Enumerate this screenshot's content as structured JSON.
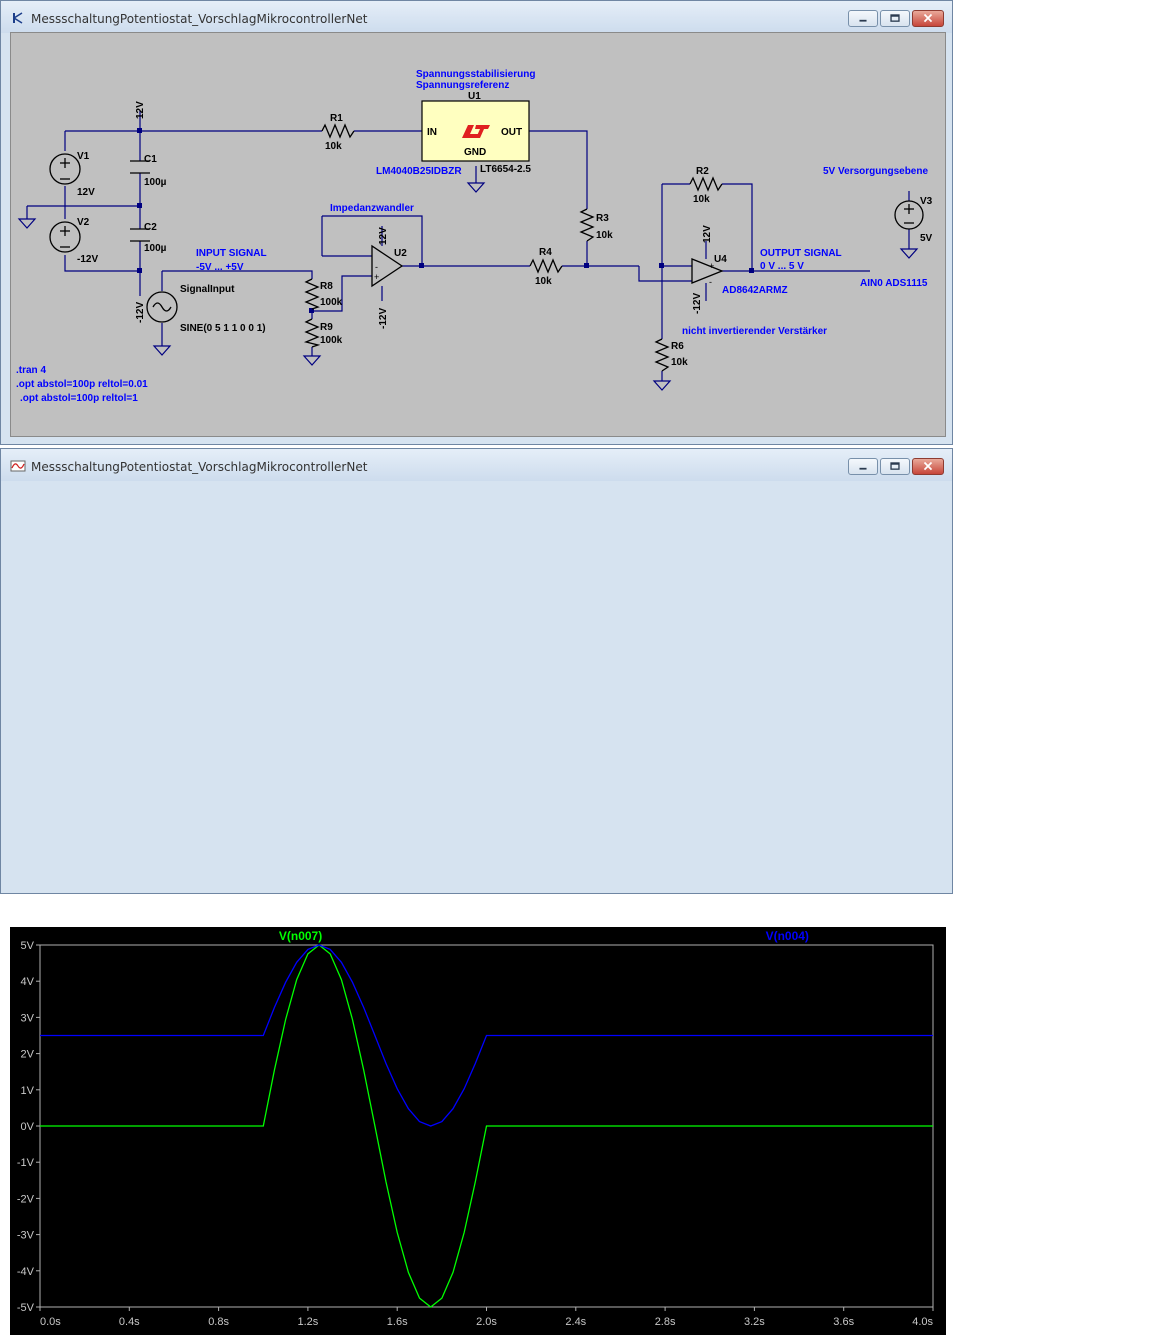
{
  "colors": {
    "wire": "#000080",
    "label": "#0000ff",
    "trace_n007": "#00ff00",
    "trace_n004": "#0000ff",
    "logo": "#e02020",
    "ic_fill": "#ffffc0"
  },
  "schematic_window": {
    "title": "MessschaltungPotentiostat_VorschlagMikrocontrollerNet"
  },
  "plot_window": {
    "title": "MessschaltungPotentiostat_VorschlagMikrocontrollerNet"
  },
  "schematic": {
    "annotations": {
      "stabilisierung": "Spannungsstabilisierung",
      "referenz": "Spannungsreferenz",
      "impedanz": "Impedanzwandler",
      "input_title": "INPUT SIGNAL",
      "input_range": "-5V ... +5V",
      "output_title": "OUTPUT SIGNAL",
      "output_range": "0 V ... 5 V",
      "versorgung": "5V Versorgungsebene",
      "ain": "AIN0 ADS1115",
      "nicht_inv": "nicht invertierender Verstärker"
    },
    "nets": {
      "p12_top": "12V",
      "n12_bottom": "-12V",
      "u2_p12": "12V",
      "u2_n12": "-12V",
      "u4_p12": "12V",
      "u4_n12": "-12V"
    },
    "parts": {
      "r1": {
        "name": "R1",
        "value": "10k"
      },
      "r2": {
        "name": "R2",
        "value": "10k"
      },
      "r3": {
        "name": "R3",
        "value": "10k"
      },
      "r4": {
        "name": "R4",
        "value": "10k"
      },
      "r6": {
        "name": "R6",
        "value": "10k"
      },
      "r8": {
        "name": "R8",
        "value": "100k"
      },
      "r9": {
        "name": "R9",
        "value": "100k"
      },
      "c1": {
        "name": "C1",
        "value": "100µ"
      },
      "c2": {
        "name": "C2",
        "value": "100µ"
      },
      "v1": {
        "name": "V1",
        "value": "12V"
      },
      "v2": {
        "name": "V2",
        "value": "-12V"
      },
      "v3": {
        "name": "V3",
        "value": "5V"
      },
      "sig": {
        "name": "SignalInput",
        "value": "SINE(0 5 1 1 0 0 1)"
      },
      "u1": {
        "name": "U1",
        "pin_in": "IN",
        "pin_out": "OUT",
        "pin_gnd": "GND",
        "left": "LM4040B25IDBZR",
        "right": "LT6654-2.5"
      },
      "u2": {
        "name": "U2"
      },
      "u4": {
        "name": "U4",
        "part": "AD8642ARMZ"
      }
    },
    "directives": [
      ".tran 4",
      ".opt abstol=100p reltol=0.01",
      ".opt abstol=100p reltol=1"
    ]
  },
  "chart_data": {
    "type": "line",
    "x": [
      0,
      1.0,
      1.05,
      1.1,
      1.15,
      1.2,
      1.25,
      1.3,
      1.35,
      1.4,
      1.45,
      1.5,
      1.55,
      1.6,
      1.65,
      1.7,
      1.75,
      1.8,
      1.85,
      1.9,
      1.95,
      2.0,
      4.0
    ],
    "series": [
      {
        "name": "V(n007)",
        "values": [
          0,
          0,
          1.545,
          2.939,
          4.045,
          4.755,
          5,
          4.755,
          4.045,
          2.939,
          1.545,
          0,
          -1.545,
          -2.939,
          -4.045,
          -4.755,
          -5,
          -4.755,
          -4.045,
          -2.939,
          -1.545,
          0,
          0
        ]
      },
      {
        "name": "V(n004)",
        "values": [
          2.5,
          2.5,
          3.273,
          3.97,
          4.523,
          4.878,
          5,
          4.878,
          4.523,
          3.97,
          3.273,
          2.5,
          1.727,
          1.03,
          0.477,
          0.122,
          0,
          0.122,
          0.477,
          1.03,
          1.727,
          2.5,
          2.5
        ]
      }
    ],
    "xlim": [
      0,
      4.0
    ],
    "ylim": [
      -5,
      5
    ],
    "x_ticks": [
      "0.0s",
      "0.4s",
      "0.8s",
      "1.2s",
      "1.6s",
      "2.0s",
      "2.4s",
      "2.8s",
      "3.2s",
      "3.6s",
      "4.0s"
    ],
    "y_ticks": [
      "5V",
      "4V",
      "3V",
      "2V",
      "1V",
      "0V",
      "-1V",
      "-2V",
      "-3V",
      "-4V",
      "-5V"
    ],
    "grid": false
  }
}
